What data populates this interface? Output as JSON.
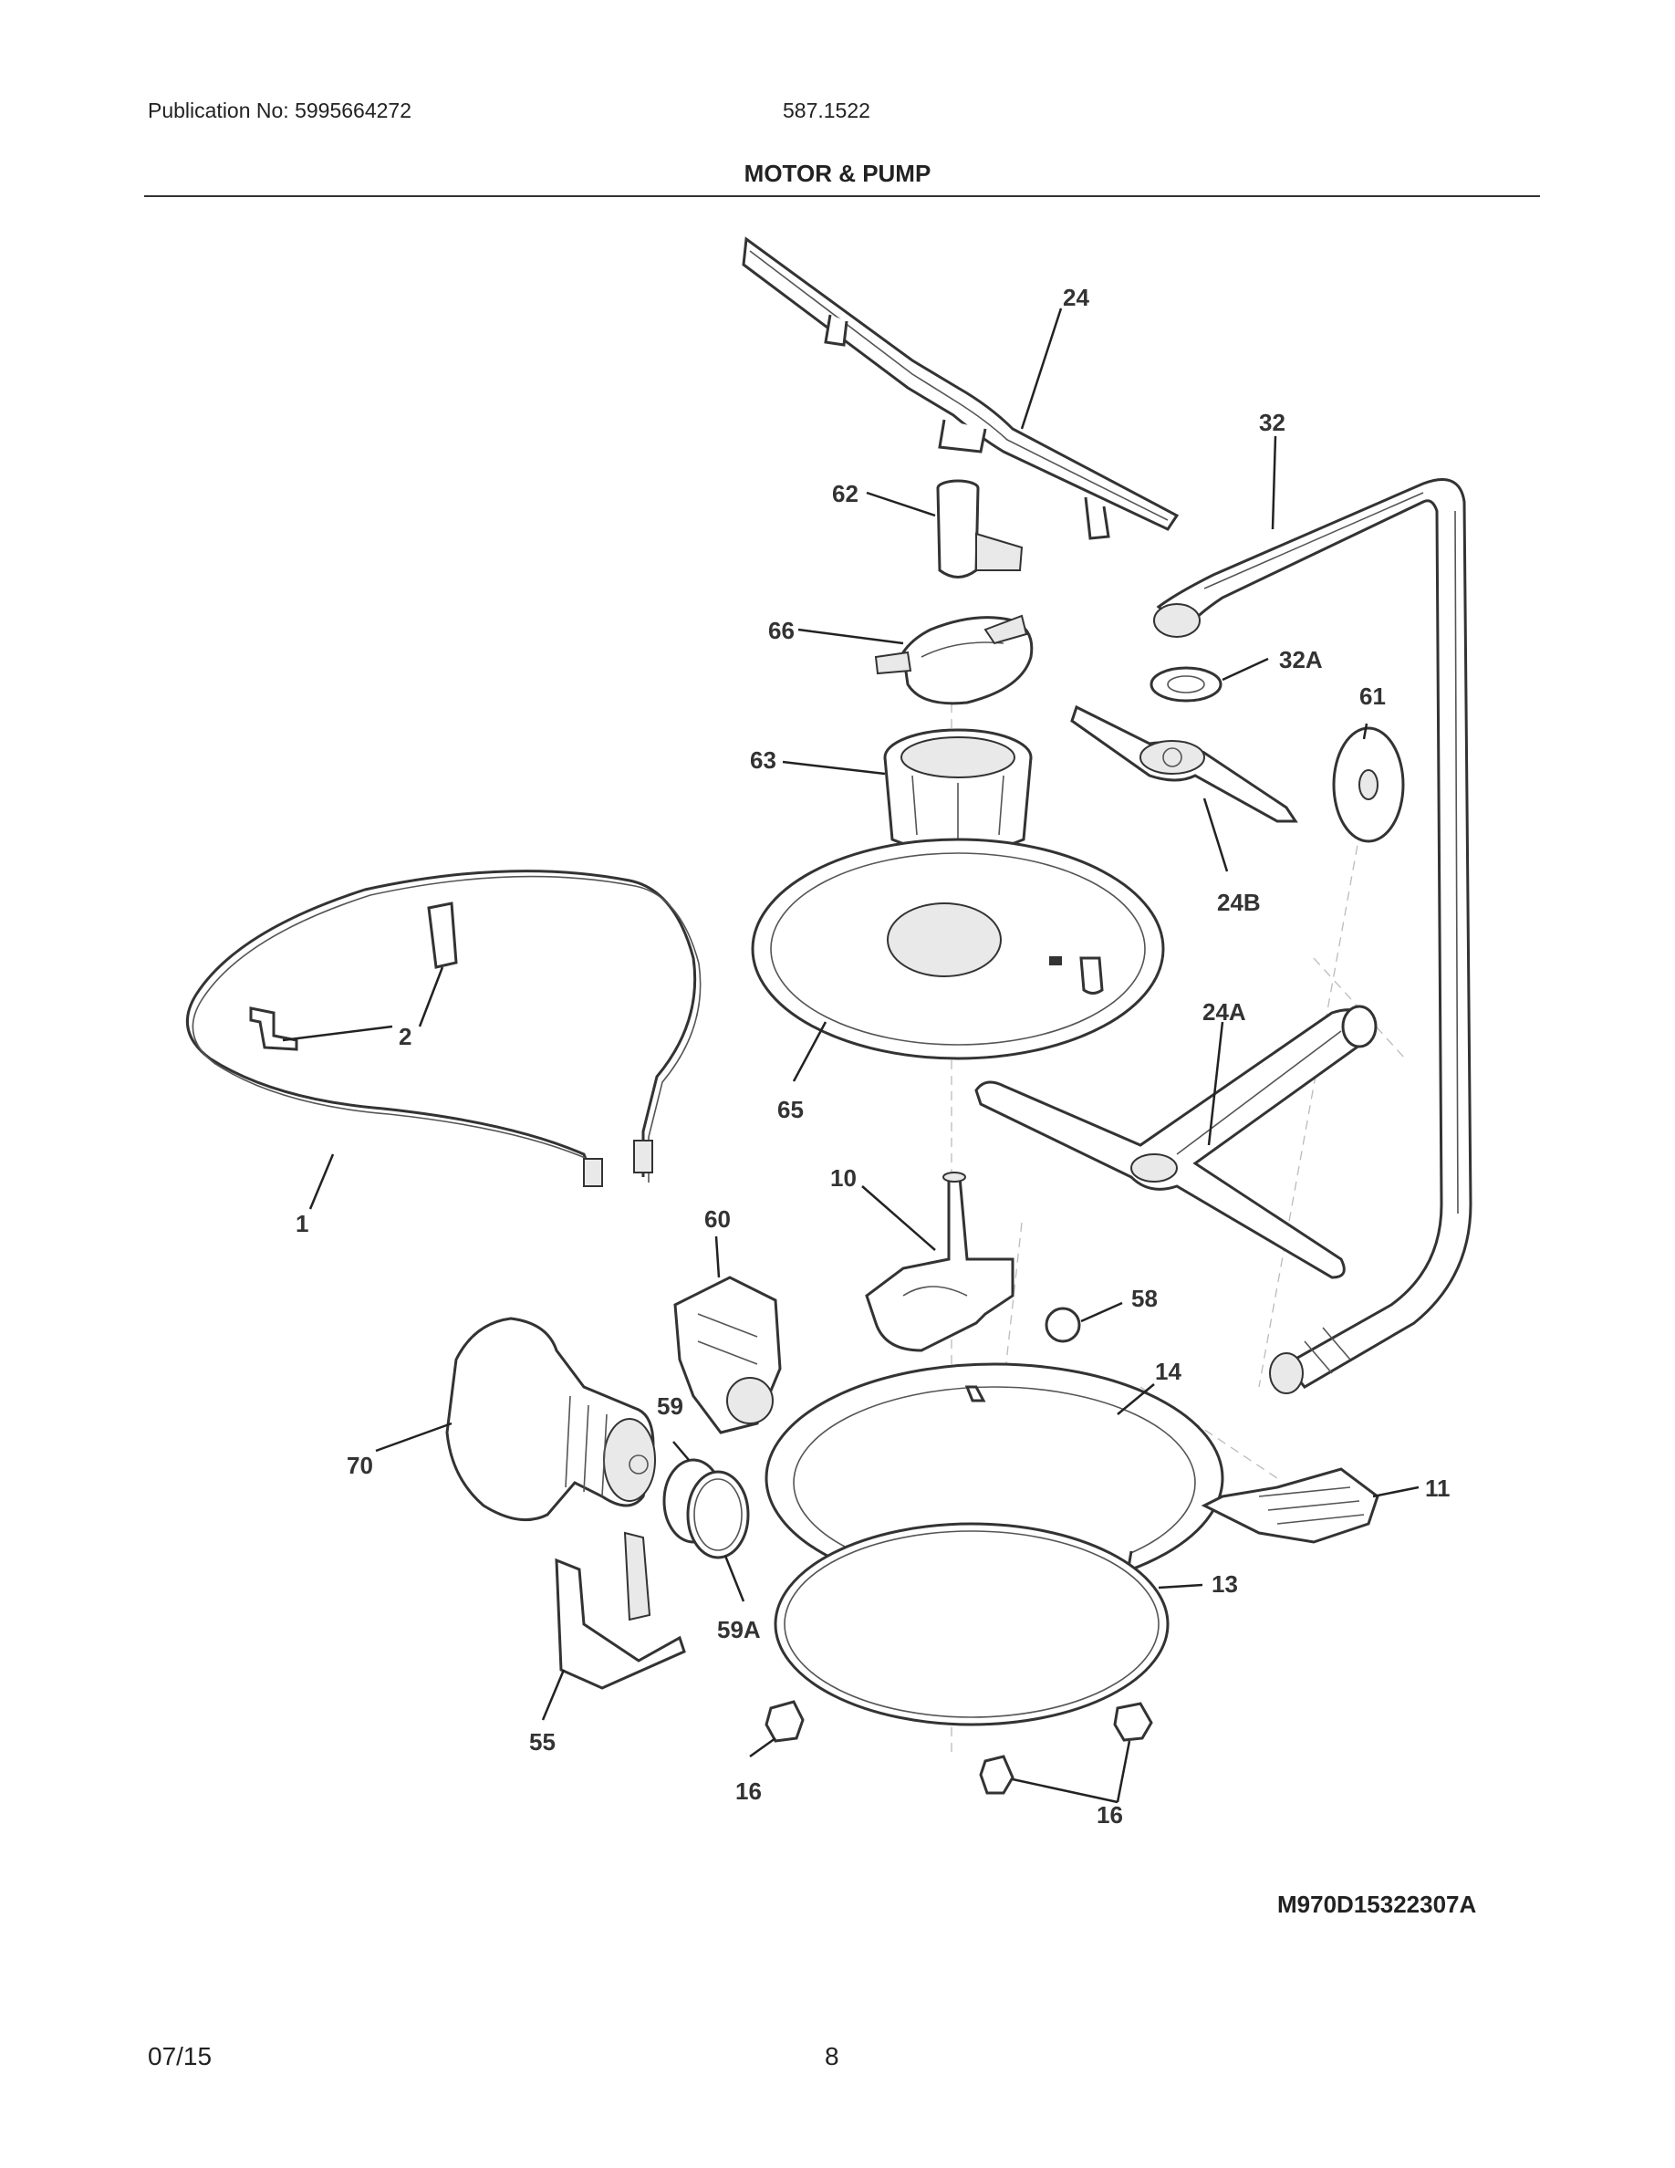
{
  "header": {
    "publication": "Publication No: 5995664272",
    "model": "587.1522",
    "title": "MOTOR & PUMP"
  },
  "callouts": [
    "24",
    "32",
    "62",
    "66",
    "32A",
    "61",
    "63",
    "24B",
    "24A",
    "65",
    "2",
    "1",
    "10",
    "60",
    "58",
    "14",
    "59",
    "70",
    "11",
    "13",
    "59A",
    "55",
    "16",
    "16"
  ],
  "diagram_code": "M970D15322307A",
  "footer": {
    "date": "07/15",
    "page": "8"
  }
}
